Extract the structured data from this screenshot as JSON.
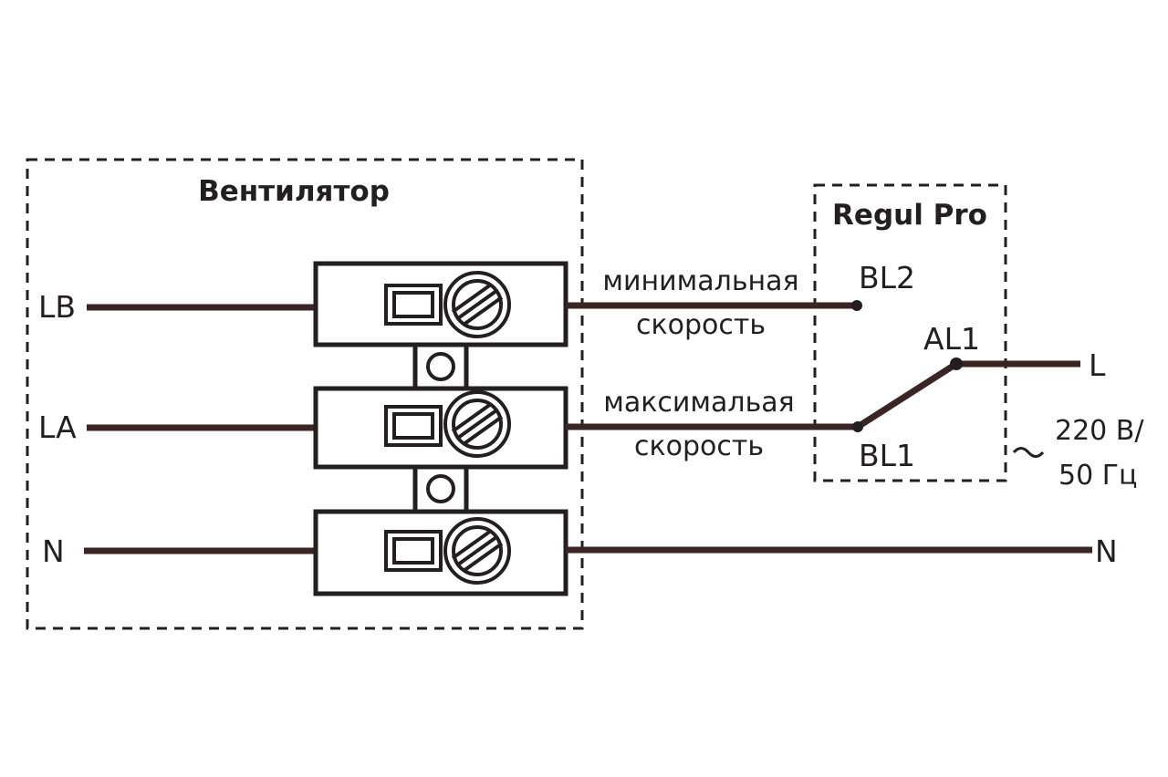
{
  "fan": {
    "title": "Вентилятор",
    "terminals": [
      "LB",
      "LA",
      "N"
    ]
  },
  "regulator": {
    "title": "Regul Pro",
    "contacts": {
      "bl2": "BL2",
      "al1": "AL1",
      "bl1": "BL1"
    }
  },
  "wires": {
    "min_speed_line1": "минимальная",
    "min_speed_line2": "скорость",
    "max_speed_line1": "максимальая",
    "max_speed_line2": "скорость"
  },
  "supply": {
    "phase": "L",
    "neutral": "N",
    "voltage_line1": "220 В/",
    "voltage_line2": "50 Гц"
  },
  "colors": {
    "wire": "#3a2424",
    "outline": "#231f20"
  }
}
